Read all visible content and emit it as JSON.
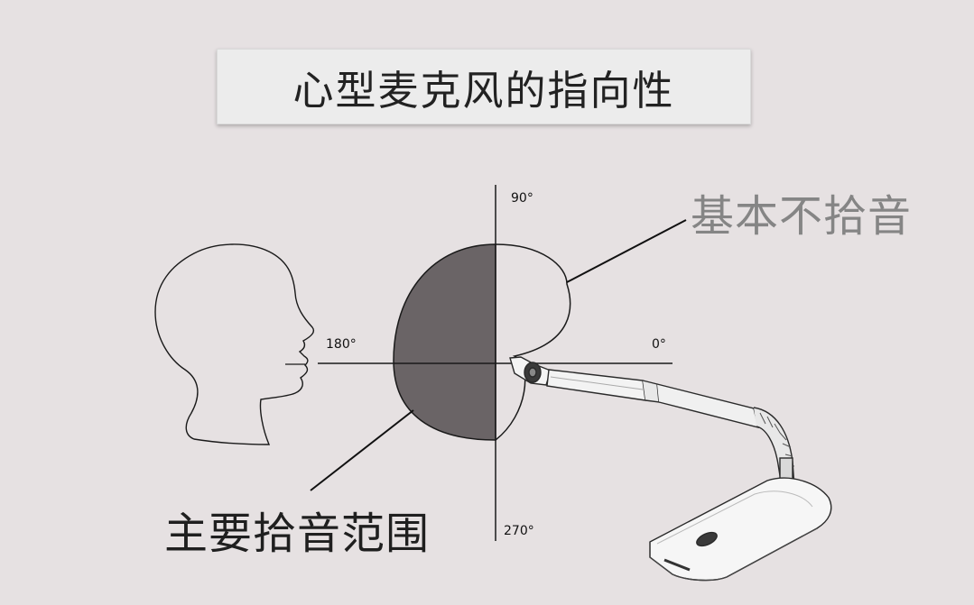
{
  "title": "心型麦克风的指向性",
  "labels": {
    "no_pickup": "基本不拾音",
    "main_pickup": "主要拾音范围"
  },
  "axis_labels": {
    "deg_90": "90°",
    "deg_0": "0°",
    "deg_180": "180°",
    "deg_270": "270°"
  },
  "colors": {
    "pickup_fill": "#6a6466",
    "background": "#e6e1e2"
  }
}
